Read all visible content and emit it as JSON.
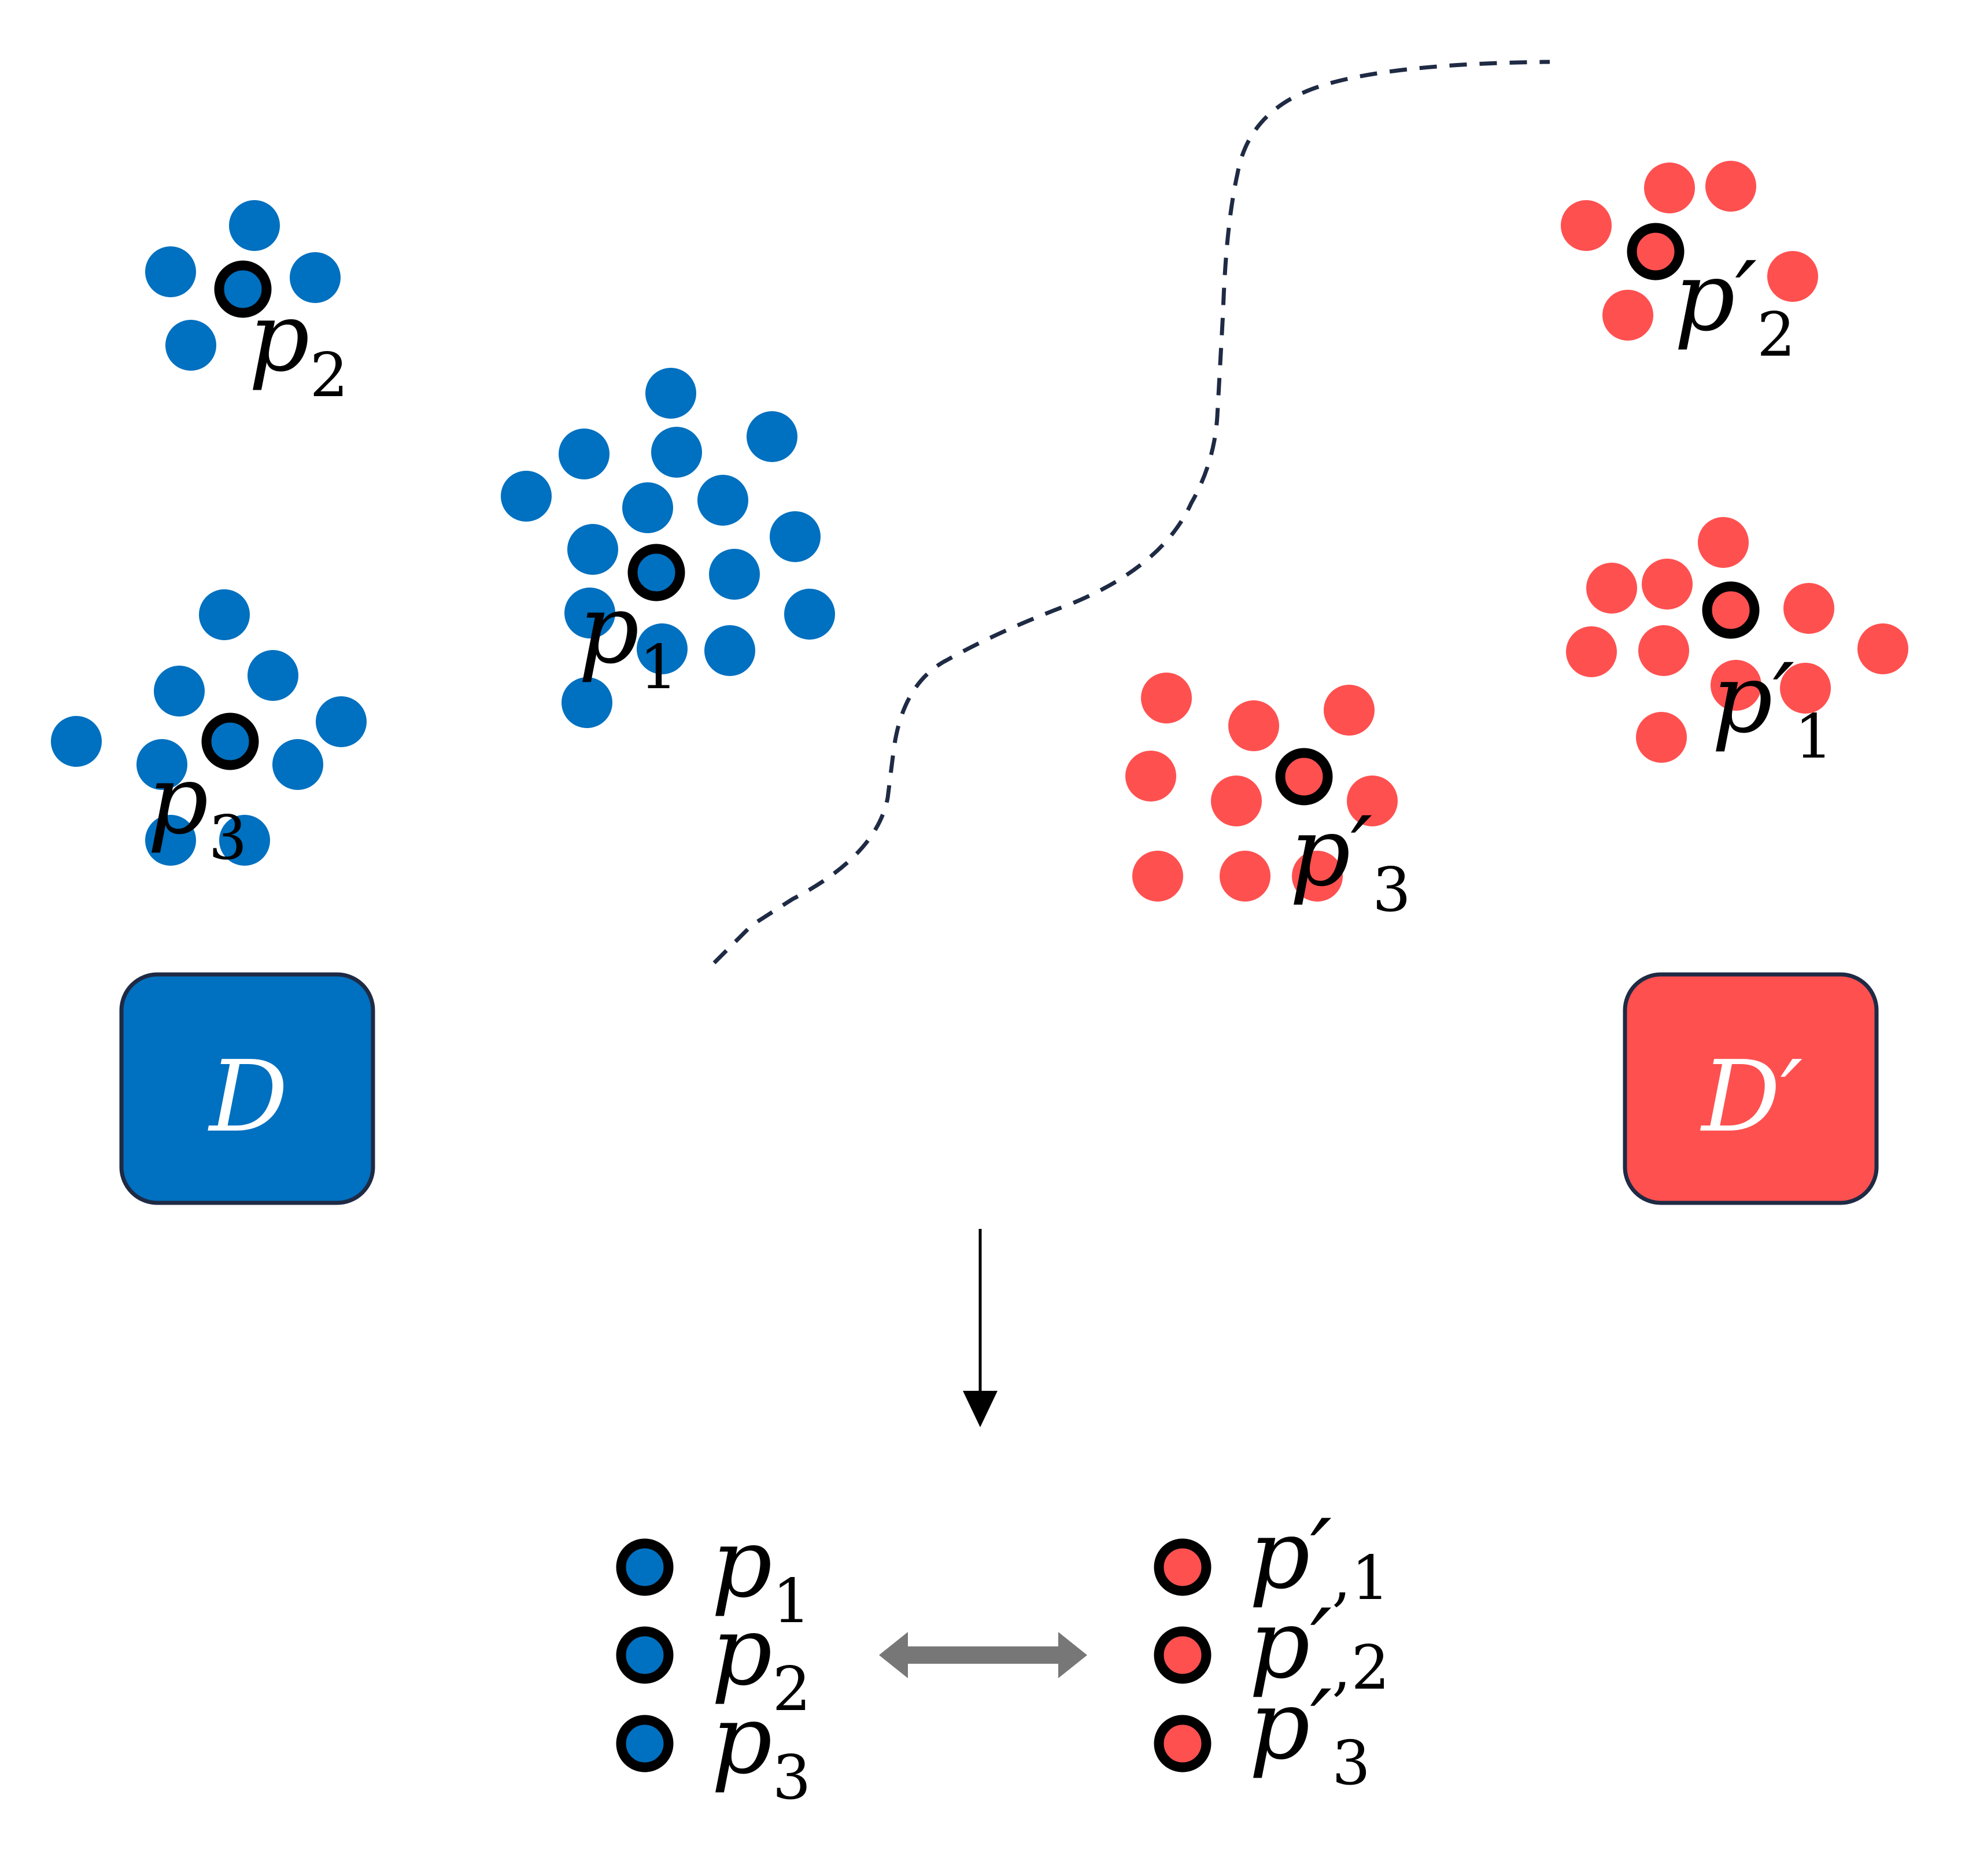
{
  "colors": {
    "domain_a": "#0070c0",
    "domain_b": "#ff5050",
    "outline": "#000000",
    "boundary": "#1f2a44",
    "box_border": "#1f2a44",
    "arrow": "#000000",
    "double_arrow": "#777777"
  },
  "domain_boxes": {
    "a": {
      "label": "D"
    },
    "b": {
      "label": "D′"
    }
  },
  "cluster_labels": {
    "a": [
      {
        "main": "p",
        "sub": "1"
      },
      {
        "main": "p",
        "sub": "2"
      },
      {
        "main": "p",
        "sub": "3"
      }
    ],
    "b": [
      {
        "main": "p′",
        "sub": "1"
      },
      {
        "main": "p′",
        "sub": "2"
      },
      {
        "main": "p′",
        "sub": "3"
      }
    ]
  },
  "legend": {
    "left": [
      {
        "main": "p",
        "sub": "1"
      },
      {
        "main": "p",
        "sub": "2"
      },
      {
        "main": "p",
        "sub": "3"
      }
    ],
    "right": [
      {
        "main": "p′",
        "sub": ",1"
      },
      {
        "main": "p′",
        "sub": ",2"
      },
      {
        "main": "p′",
        "sub": "3"
      }
    ]
  }
}
